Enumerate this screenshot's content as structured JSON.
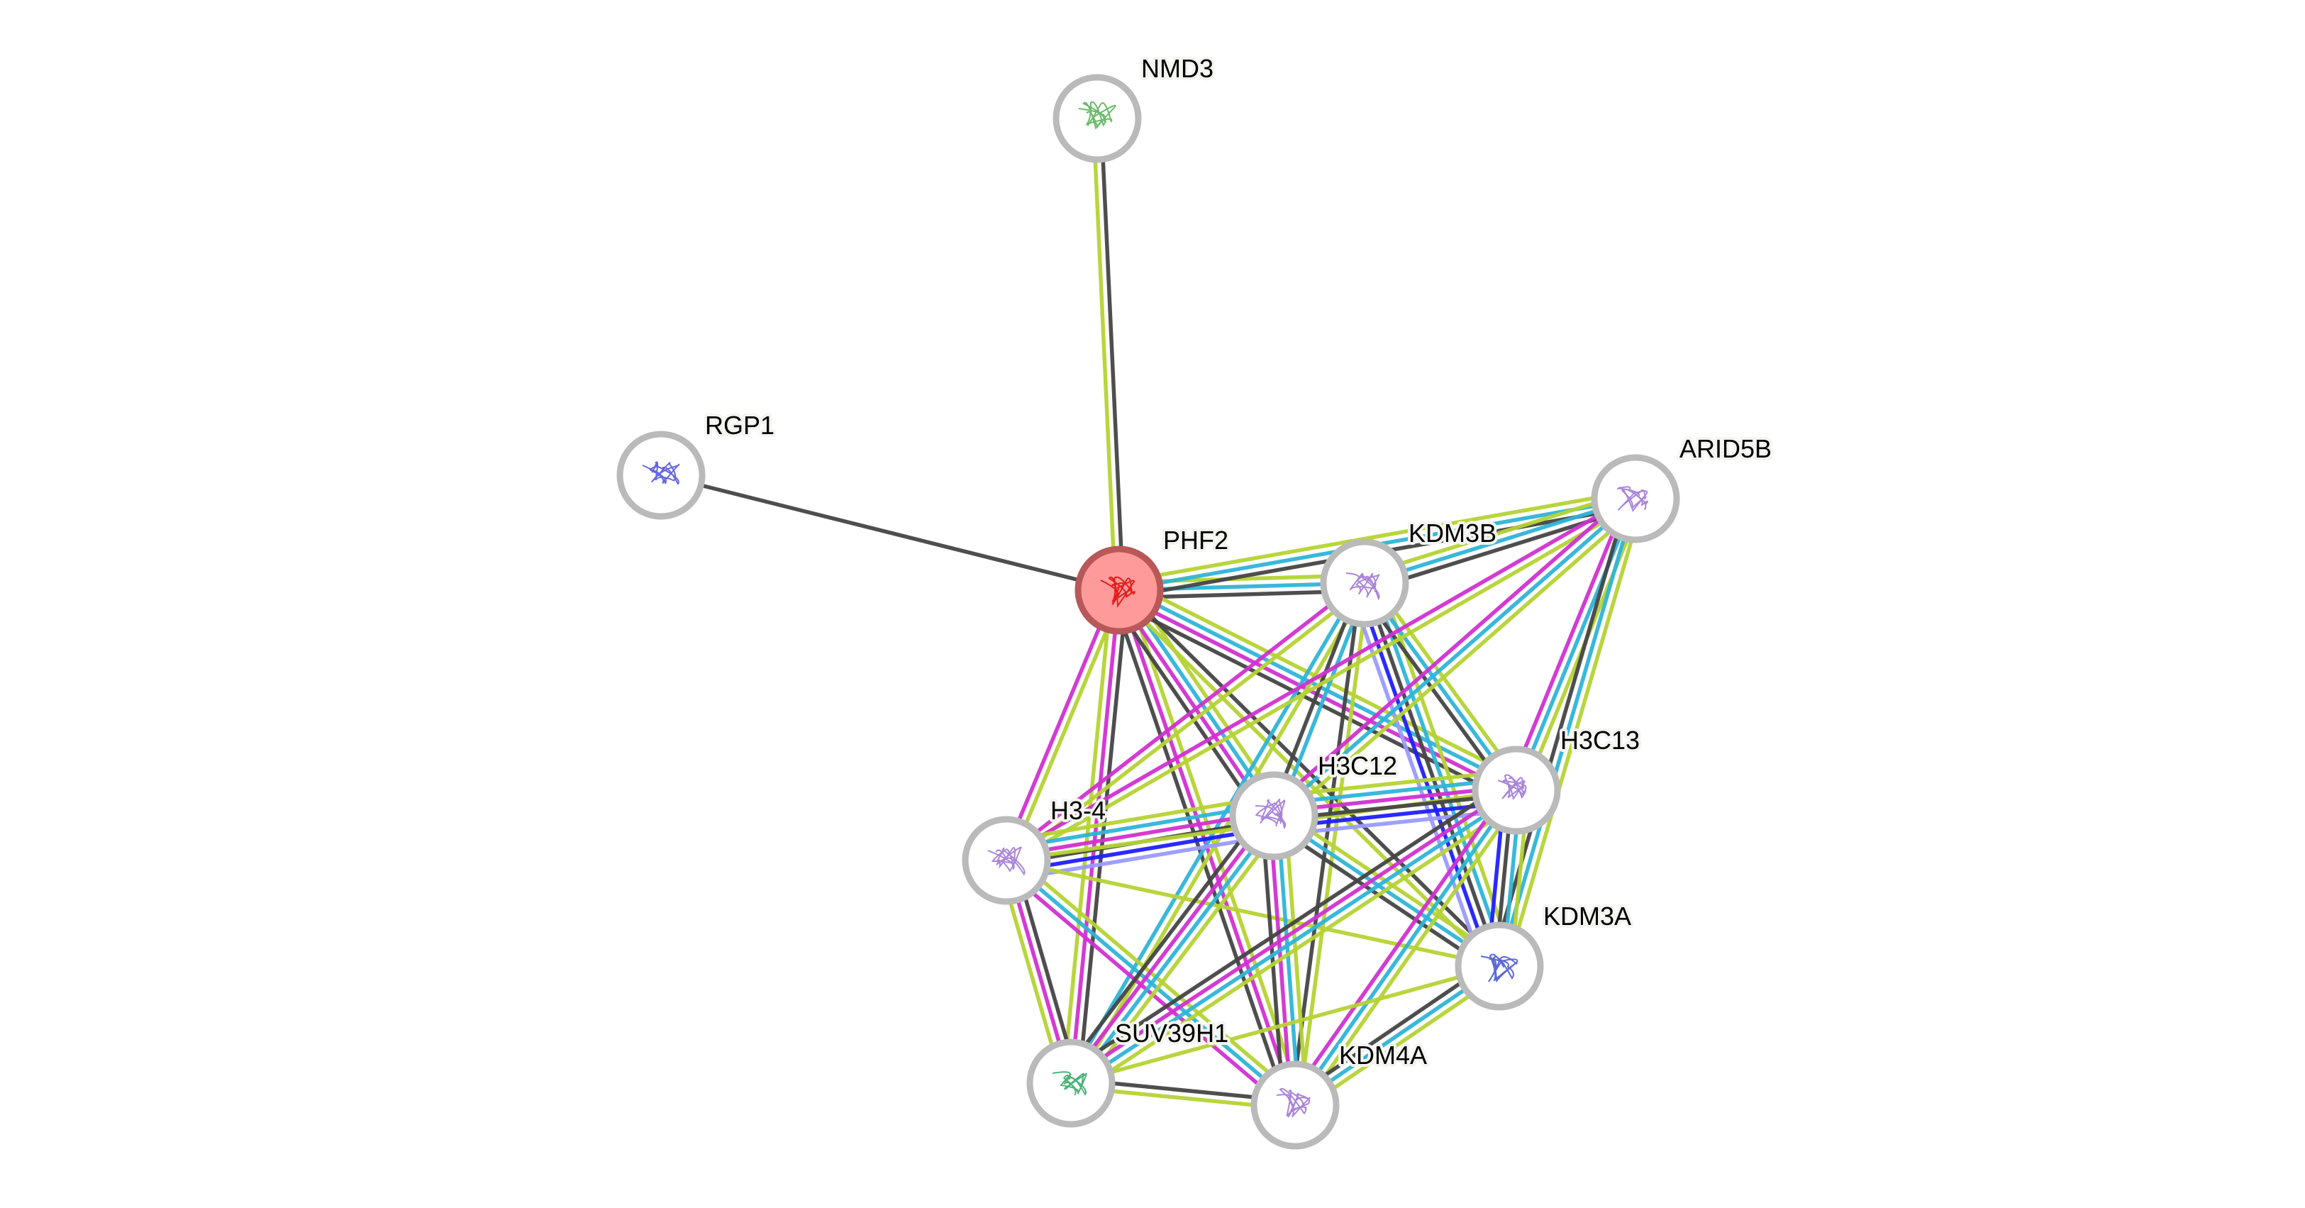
{
  "network": {
    "nodes": [
      {
        "id": "NMD3",
        "label": "NMD3",
        "query": false,
        "structure_color": "#5bb35b"
      },
      {
        "id": "RGP1",
        "label": "RGP1",
        "query": false,
        "structure_color": "#5555dd"
      },
      {
        "id": "PHF2",
        "label": "PHF2",
        "query": true,
        "structure_color": "#e01010"
      },
      {
        "id": "KDM3B",
        "label": "KDM3B",
        "query": false,
        "structure_color": "#a178d6"
      },
      {
        "id": "ARID5B",
        "label": "ARID5B",
        "query": false,
        "structure_color": "#a178d6"
      },
      {
        "id": "H3C12",
        "label": "H3C12",
        "query": false,
        "structure_color": "#a178d6"
      },
      {
        "id": "H3C13",
        "label": "H3C13",
        "query": false,
        "structure_color": "#a178d6"
      },
      {
        "id": "H3-4",
        "label": "H3-4",
        "query": false,
        "structure_color": "#a178d6"
      },
      {
        "id": "KDM3A",
        "label": "KDM3A",
        "query": false,
        "structure_color": "#4a5ad0"
      },
      {
        "id": "SUV39H1",
        "label": "SUV39H1",
        "query": false,
        "structure_color": "#3aa86a"
      },
      {
        "id": "KDM4A",
        "label": "KDM4A",
        "query": false,
        "structure_color": "#a178d6"
      }
    ],
    "evidence_colors": {
      "textmining": "#b5d334",
      "coexpression": "#444444",
      "databases": "#2eb4d8",
      "experiments": "#d130d1",
      "fusion": "#1f1fff",
      "cooccurrence": "#9a9aff"
    },
    "edges": [
      {
        "source": "NMD3",
        "target": "PHF2",
        "evidence": [
          "coexpression",
          "textmining"
        ]
      },
      {
        "source": "RGP1",
        "target": "PHF2",
        "evidence": [
          "coexpression"
        ]
      },
      {
        "source": "PHF2",
        "target": "KDM3B",
        "evidence": [
          "textmining",
          "databases",
          "coexpression"
        ]
      },
      {
        "source": "PHF2",
        "target": "ARID5B",
        "evidence": [
          "textmining",
          "databases",
          "coexpression"
        ]
      },
      {
        "source": "PHF2",
        "target": "H3-4",
        "evidence": [
          "textmining",
          "experiments"
        ]
      },
      {
        "source": "PHF2",
        "target": "SUV39H1",
        "evidence": [
          "coexpression",
          "experiments",
          "textmining"
        ]
      },
      {
        "source": "PHF2",
        "target": "KDM4A",
        "evidence": [
          "textmining",
          "experiments",
          "coexpression"
        ]
      },
      {
        "source": "PHF2",
        "target": "H3C12",
        "evidence": [
          "textmining",
          "databases",
          "experiments",
          "coexpression"
        ]
      },
      {
        "source": "PHF2",
        "target": "KDM3A",
        "evidence": [
          "coexpression",
          "textmining"
        ]
      },
      {
        "source": "PHF2",
        "target": "H3C13",
        "evidence": [
          "textmining",
          "databases",
          "experiments",
          "coexpression"
        ]
      },
      {
        "source": "KDM3B",
        "target": "ARID5B",
        "evidence": [
          "textmining",
          "databases",
          "coexpression"
        ]
      },
      {
        "source": "KDM3B",
        "target": "H3-4",
        "evidence": [
          "textmining",
          "experiments"
        ]
      },
      {
        "source": "KDM3B",
        "target": "SUV39H1",
        "evidence": [
          "textmining",
          "databases"
        ]
      },
      {
        "source": "KDM3B",
        "target": "H3C12",
        "evidence": [
          "databases",
          "coexpression"
        ]
      },
      {
        "source": "KDM3B",
        "target": "KDM4A",
        "evidence": [
          "textmining",
          "coexpression"
        ]
      },
      {
        "source": "KDM3B",
        "target": "KDM3A",
        "evidence": [
          "textmining",
          "databases",
          "coexpression",
          "fusion",
          "cooccurrence"
        ]
      },
      {
        "source": "KDM3B",
        "target": "H3C13",
        "evidence": [
          "textmining",
          "databases",
          "coexpression"
        ]
      },
      {
        "source": "ARID5B",
        "target": "H3-4",
        "evidence": [
          "textmining",
          "experiments"
        ]
      },
      {
        "source": "ARID5B",
        "target": "H3C12",
        "evidence": [
          "textmining",
          "databases",
          "experiments"
        ]
      },
      {
        "source": "ARID5B",
        "target": "H3C13",
        "evidence": [
          "textmining",
          "databases",
          "experiments"
        ]
      },
      {
        "source": "ARID5B",
        "target": "KDM3A",
        "evidence": [
          "textmining",
          "databases",
          "coexpression"
        ]
      },
      {
        "source": "H3-4",
        "target": "H3C12",
        "evidence": [
          "textmining",
          "databases",
          "experiments",
          "coexpression",
          "fusion",
          "cooccurrence"
        ]
      },
      {
        "source": "H3-4",
        "target": "H3C13",
        "evidence": [
          "textmining"
        ]
      },
      {
        "source": "H3-4",
        "target": "SUV39H1",
        "evidence": [
          "coexpression",
          "experiments",
          "textmining"
        ]
      },
      {
        "source": "H3-4",
        "target": "KDM4A",
        "evidence": [
          "textmining",
          "databases",
          "experiments"
        ]
      },
      {
        "source": "H3-4",
        "target": "KDM3A",
        "evidence": [
          "textmining"
        ]
      },
      {
        "source": "H3C12",
        "target": "H3C13",
        "evidence": [
          "textmining",
          "databases",
          "experiments",
          "coexpression",
          "fusion",
          "cooccurrence"
        ]
      },
      {
        "source": "H3C12",
        "target": "SUV39H1",
        "evidence": [
          "textmining",
          "databases",
          "experiments",
          "coexpression"
        ]
      },
      {
        "source": "H3C12",
        "target": "KDM4A",
        "evidence": [
          "textmining",
          "databases",
          "experiments",
          "coexpression"
        ]
      },
      {
        "source": "H3C12",
        "target": "KDM3A",
        "evidence": [
          "textmining",
          "databases",
          "coexpression"
        ]
      },
      {
        "source": "H3C13",
        "target": "SUV39H1",
        "evidence": [
          "textmining",
          "databases",
          "experiments",
          "coexpression"
        ]
      },
      {
        "source": "H3C13",
        "target": "KDM4A",
        "evidence": [
          "textmining",
          "databases",
          "experiments"
        ]
      },
      {
        "source": "H3C13",
        "target": "KDM3A",
        "evidence": [
          "textmining",
          "databases",
          "coexpression",
          "fusion"
        ]
      },
      {
        "source": "SUV39H1",
        "target": "KDM4A",
        "evidence": [
          "coexpression",
          "textmining"
        ]
      },
      {
        "source": "SUV39H1",
        "target": "KDM3A",
        "evidence": [
          "textmining"
        ]
      },
      {
        "source": "KDM4A",
        "target": "KDM3A",
        "evidence": [
          "coexpression",
          "databases",
          "textmining"
        ]
      }
    ]
  }
}
